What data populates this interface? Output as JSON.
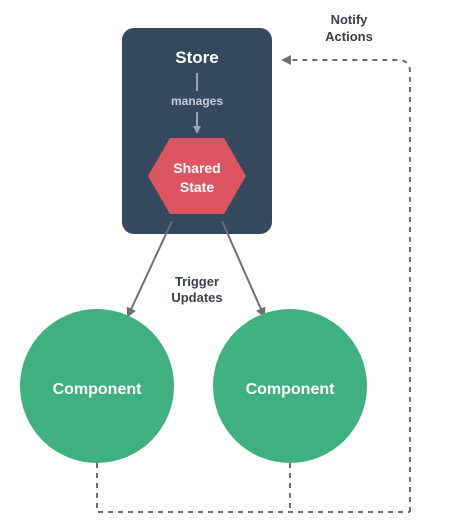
{
  "diagram": {
    "store": {
      "title": "Store",
      "relation": "manages",
      "color": "#35495e"
    },
    "shared_state": {
      "line1": "Shared",
      "line2": "State",
      "color": "#dc5561"
    },
    "components": [
      {
        "label": "Component",
        "color": "#3eb17e"
      },
      {
        "label": "Component",
        "color": "#3eb17e"
      }
    ],
    "trigger_label": {
      "line1": "Trigger",
      "line2": "Updates"
    },
    "notify_label": {
      "line1": "Notify",
      "line2": "Actions"
    },
    "colors": {
      "arrow": "#6f6f6f",
      "dashed": "#6f6f6f",
      "label_text": "#36424f"
    }
  }
}
